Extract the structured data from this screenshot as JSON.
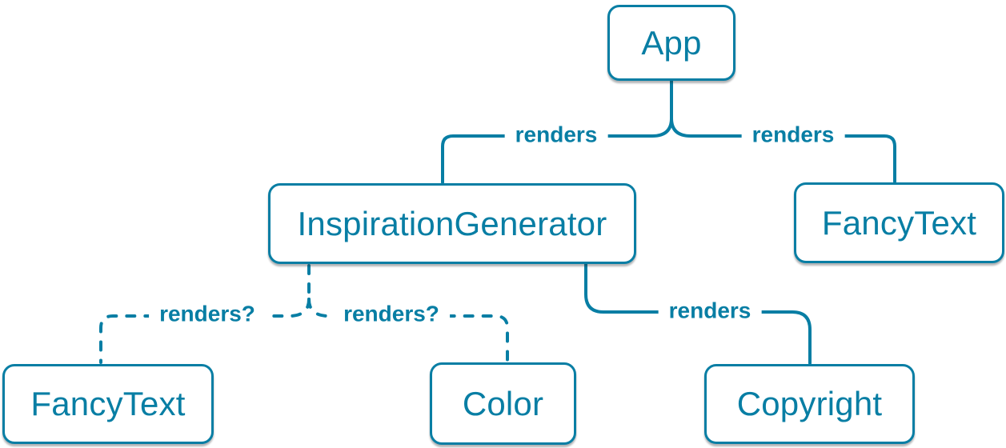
{
  "diagram": {
    "type": "component-render-tree",
    "colors": {
      "accent": "#087ea4",
      "node_background": "#ffffff",
      "node_shadow": "rgba(35,39,47,0.35)"
    },
    "nodes": [
      {
        "id": "app",
        "label": "App"
      },
      {
        "id": "inspiration-generator",
        "label": "InspirationGenerator"
      },
      {
        "id": "fancy-text-top",
        "label": "FancyText"
      },
      {
        "id": "fancy-text-bottom",
        "label": "FancyText"
      },
      {
        "id": "color",
        "label": "Color"
      },
      {
        "id": "copyright",
        "label": "Copyright"
      }
    ],
    "edges": [
      {
        "from": "App",
        "to": "InspirationGenerator",
        "label": "renders",
        "style": "solid"
      },
      {
        "from": "App",
        "to": "FancyText",
        "label": "renders",
        "style": "solid"
      },
      {
        "from": "InspirationGenerator",
        "to": "FancyText",
        "label": "renders?",
        "style": "dashed"
      },
      {
        "from": "InspirationGenerator",
        "to": "Color",
        "label": "renders?",
        "style": "dashed"
      },
      {
        "from": "InspirationGenerator",
        "to": "Copyright",
        "label": "renders",
        "style": "solid"
      }
    ]
  }
}
